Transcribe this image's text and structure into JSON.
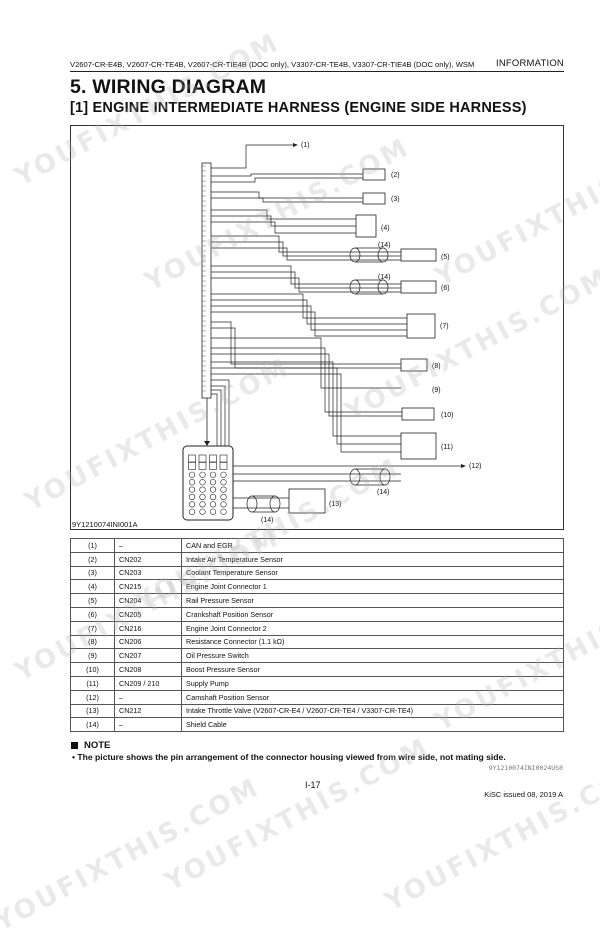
{
  "header": {
    "models": "V2607-CR-E4B, V2607-CR-TE4B, V2607-CR-TIE4B (DOC only), V3307-CR-TE4B, V3307-CR-TIE4B (DOC only), WSM",
    "section": "INFORMATION"
  },
  "title": "5.  WIRING DIAGRAM",
  "subtitle": "[1]  ENGINE INTERMEDIATE HARNESS (ENGINE SIDE HARNESS)",
  "diagram": {
    "callouts": [
      "(1)",
      "(2)",
      "(3)",
      "(4)",
      "(14)",
      "(5)",
      "(14)",
      "(6)",
      "(7)",
      "(8)",
      "(9)",
      "(10)",
      "(11)",
      "(12)",
      "(14)",
      "(13)",
      "(14)"
    ],
    "figure_code": "9Y1210074INI001A"
  },
  "parts": [
    {
      "no": "(1)",
      "code": "–",
      "name": "CAN and EGR"
    },
    {
      "no": "(2)",
      "code": "CN202",
      "name": "Intake Air Temperature Sensor"
    },
    {
      "no": "(3)",
      "code": "CN203",
      "name": "Coolant Temperature Sensor"
    },
    {
      "no": "(4)",
      "code": "CN215",
      "name": "Engine Joint Connector 1"
    },
    {
      "no": "(5)",
      "code": "CN204",
      "name": "Rail Pressure Sensor"
    },
    {
      "no": "(6)",
      "code": "CN205",
      "name": "Crankshaft Position Sensor"
    },
    {
      "no": "(7)",
      "code": "CN216",
      "name": "Engine Joint Connector 2"
    },
    {
      "no": "(8)",
      "code": "CN206",
      "name": "Resistance Connector (1.1 kΩ)"
    },
    {
      "no": "(9)",
      "code": "CN207",
      "name": "Oil Pressure Switch"
    },
    {
      "no": "(10)",
      "code": "CN208",
      "name": "Boost Pressure Sensor"
    },
    {
      "no": "(11)",
      "code": "CN209 / 210",
      "name": "Supply Pump"
    },
    {
      "no": "(12)",
      "code": "–",
      "name": "Camshaft Position Sensor"
    },
    {
      "no": "(13)",
      "code": "CN212",
      "name": "Intake Throttle Valve (V2607-CR-E4 / V2607-CR-TE4 / V3307-CR-TE4)"
    },
    {
      "no": "(14)",
      "code": "–",
      "name": "Shield Cable"
    }
  ],
  "note": {
    "heading": "NOTE",
    "text": "•  The picture shows the pin arrangement of the connector housing viewed from wire side, not mating side.",
    "code": "9Y1210074INI0024US0"
  },
  "footer": {
    "page": "I-17",
    "issue": "KiSC issued 08, 2019 A"
  },
  "watermark": "YOUFIXTHIS.COM"
}
